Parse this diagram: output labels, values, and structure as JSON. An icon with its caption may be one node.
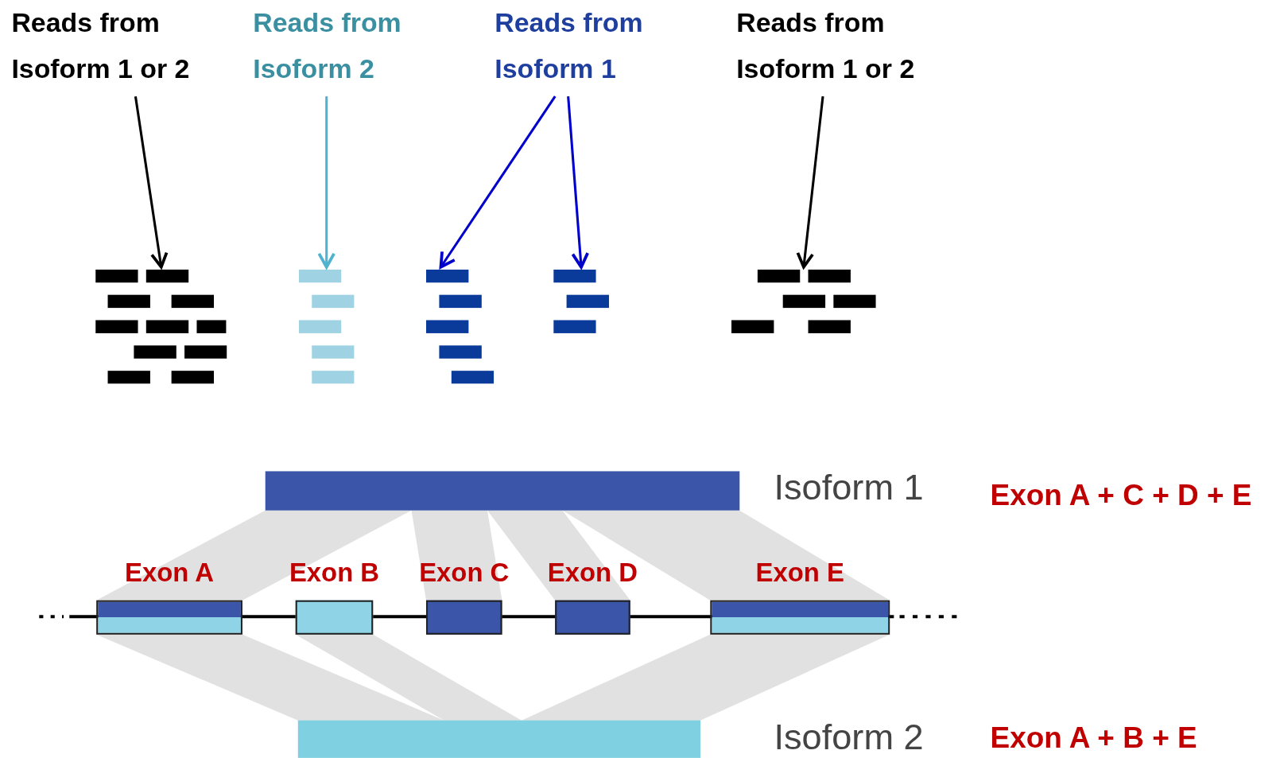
{
  "diagram": {
    "nodes": [
      {
        "text": [
          "Reads from Isoform 1 or 2"
        ]
      },
      {
        "text": [
          "Reads from Isoform 2"
        ]
      },
      {
        "text": [
          "Reads from Isoform 1"
        ]
      },
      {
        "text": [
          "Reads from Isoform 1 or 2"
        ]
      },
      {
        "text": [],
        "shape": "bar"
      },
      {
        "text": [],
        "shape": "bar"
      },
      {
        "text": [],
        "shape": "bar"
      },
      {
        "text": [],
        "shape": "bar"
      },
      {
        "text": [],
        "shape": "bar"
      },
      {
        "text": [
          "Isoform 1"
        ]
      },
      {
        "text": [
          "Exon A"
        ]
      },
      {
        "text": [
          "Exon B"
        ]
      },
      {
        "text": [
          "Exon C"
        ]
      },
      {
        "text": [
          "Exon D"
        ]
      },
      {
        "text": [
          "Exon E"
        ]
      },
      {
        "text": [
          "Isoform 2"
        ]
      }
    ],
    "edges": [
      {
        "from": 0,
        "to": 4,
        "arrow": "to"
      },
      {
        "from": 1,
        "to": 5,
        "arrow": "to",
        "color": "#4fb3cf"
      },
      {
        "from": 2,
        "to": 6,
        "arrow": "to",
        "color": "#0000cc"
      },
      {
        "from": 2,
        "to": 7,
        "arrow": "to",
        "color": "#0000cc"
      },
      {
        "from": 3,
        "to": 8,
        "arrow": "to"
      }
    ],
    "labels": [
      "Exon A + C + D + E",
      "Exon A + B + E"
    ]
  }
}
